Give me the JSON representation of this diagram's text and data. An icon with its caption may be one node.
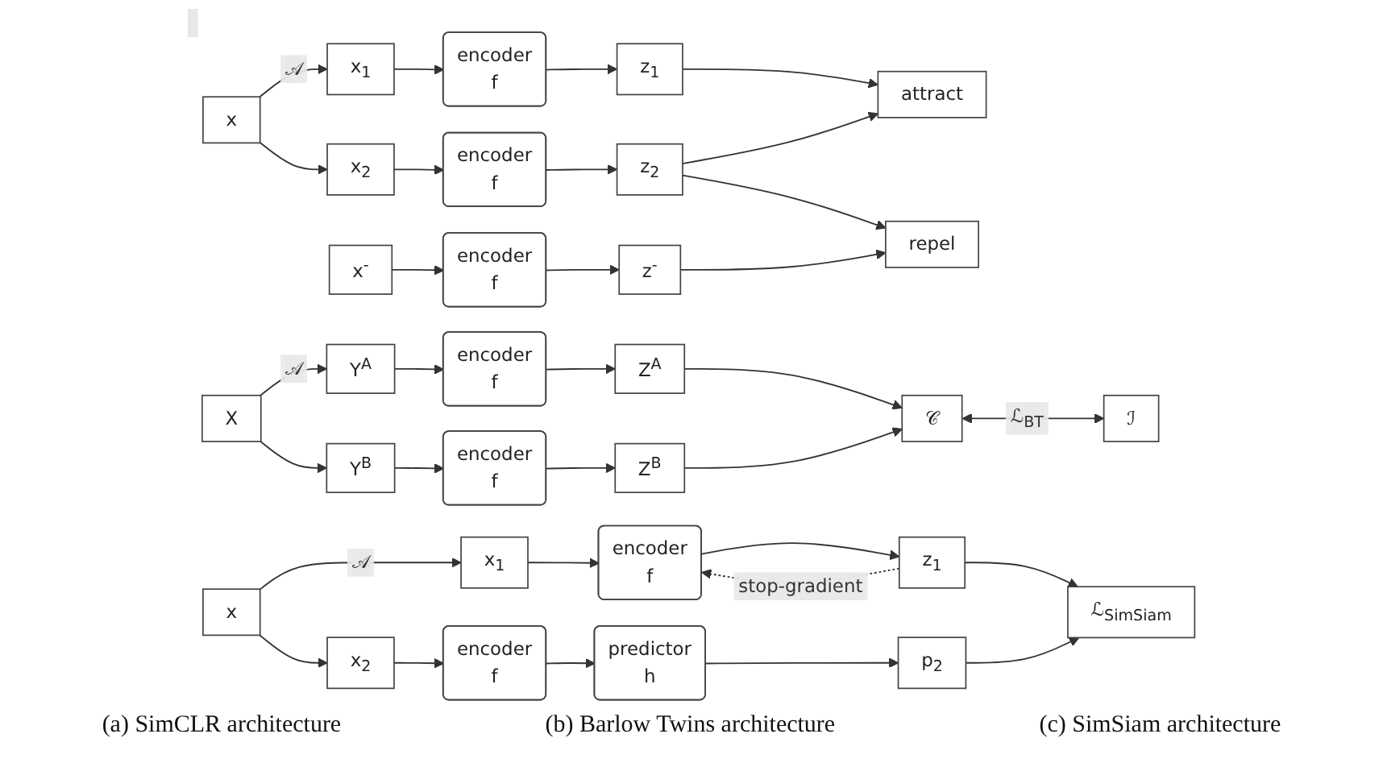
{
  "diagram": {
    "nodes": [
      {
        "text": [
          "x"
        ]
      },
      {
        "text": [
          "x$_{1}$"
        ]
      },
      {
        "text": [
          "encoder",
          "f"
        ]
      },
      {
        "text": [
          "z$_{1}$"
        ]
      },
      {
        "text": [
          "x$_{2}$"
        ]
      },
      {
        "text": [
          "encoder",
          "f"
        ]
      },
      {
        "text": [
          "z$_{2}$"
        ]
      },
      {
        "text": [
          "attract"
        ]
      },
      {
        "text": [
          "repel"
        ]
      },
      {
        "text": [
          "x$^{-}$"
        ]
      },
      {
        "text": [
          "encoder",
          "f"
        ]
      },
      {
        "text": [
          "z$^{-}$"
        ]
      },
      {
        "text": [
          "X"
        ]
      },
      {
        "text": [
          "Y$^{A}$"
        ]
      },
      {
        "text": [
          "encoder",
          "f"
        ]
      },
      {
        "text": [
          "Z$^{A}$"
        ]
      },
      {
        "text": [
          "Y$^{B}$"
        ]
      },
      {
        "text": [
          "encoder",
          "f"
        ]
      },
      {
        "text": [
          "Z$^{B}$"
        ]
      },
      {
        "text": [
          "𝒞"
        ]
      },
      {
        "text": [
          "ℐ"
        ]
      },
      {
        "text": [
          "x"
        ]
      },
      {
        "text": [
          "x$_{1}$"
        ]
      },
      {
        "text": [
          "encoder",
          "f"
        ]
      },
      {
        "text": [
          "z$_{1}$"
        ]
      },
      {
        "text": [
          "x$_{2}$"
        ]
      },
      {
        "text": [
          "encoder",
          "f"
        ]
      },
      {
        "text": [
          "predictor",
          "h"
        ]
      },
      {
        "text": [
          "p$_{2}$"
        ]
      },
      {
        "text": [
          "ℒ$_{SimSiam}$"
        ]
      }
    ],
    "edges": [
      {
        "from": 0,
        "to": 1,
        "arrow": "to",
        "label": "𝒜"
      },
      {
        "from": 0,
        "to": 4,
        "arrow": "to"
      },
      {
        "from": 1,
        "to": 2,
        "arrow": "to"
      },
      {
        "from": 2,
        "to": 3,
        "arrow": "to"
      },
      {
        "from": 3,
        "to": 7,
        "arrow": "to"
      },
      {
        "from": 4,
        "to": 5,
        "arrow": "to"
      },
      {
        "from": 5,
        "to": 6,
        "arrow": "to"
      },
      {
        "from": 6,
        "to": 7,
        "arrow": "to"
      },
      {
        "from": 6,
        "to": 8,
        "arrow": "to"
      },
      {
        "from": 9,
        "to": 10,
        "arrow": "to"
      },
      {
        "from": 10,
        "to": 11,
        "arrow": "to"
      },
      {
        "from": 11,
        "to": 8,
        "arrow": "to"
      },
      {
        "from": 12,
        "to": 13,
        "arrow": "to",
        "label": "𝒜"
      },
      {
        "from": 12,
        "to": 16,
        "arrow": "to"
      },
      {
        "from": 13,
        "to": 14,
        "arrow": "to"
      },
      {
        "from": 14,
        "to": 15,
        "arrow": "to"
      },
      {
        "from": 15,
        "to": 19,
        "arrow": "to"
      },
      {
        "from": 16,
        "to": 17,
        "arrow": "to"
      },
      {
        "from": 17,
        "to": 18,
        "arrow": "to"
      },
      {
        "from": 18,
        "to": 19,
        "arrow": "to"
      },
      {
        "from": 19,
        "to": 20,
        "arrow": "both",
        "label": "ℒ$_{BT}$"
      },
      {
        "from": 21,
        "to": 22,
        "arrow": "to",
        "label": "𝒜"
      },
      {
        "from": 21,
        "to": 25,
        "arrow": "to"
      },
      {
        "from": 22,
        "to": 23,
        "arrow": "to"
      },
      {
        "from": 23,
        "to": 24,
        "arrow": "to"
      },
      {
        "from": 24,
        "to": 23,
        "arrow": "to",
        "style": "dashed",
        "label": "stop-gradient"
      },
      {
        "from": 24,
        "to": 29,
        "arrow": "to"
      },
      {
        "from": 25,
        "to": 26,
        "arrow": "to"
      },
      {
        "from": 26,
        "to": 27,
        "arrow": "to"
      },
      {
        "from": 27,
        "to": 28,
        "arrow": "to"
      },
      {
        "from": 28,
        "to": 29,
        "arrow": "to"
      }
    ],
    "labels": [
      "(a) SimCLR architecture",
      "(b) Barlow Twins architecture",
      "(c) SimSiam architecture"
    ]
  }
}
